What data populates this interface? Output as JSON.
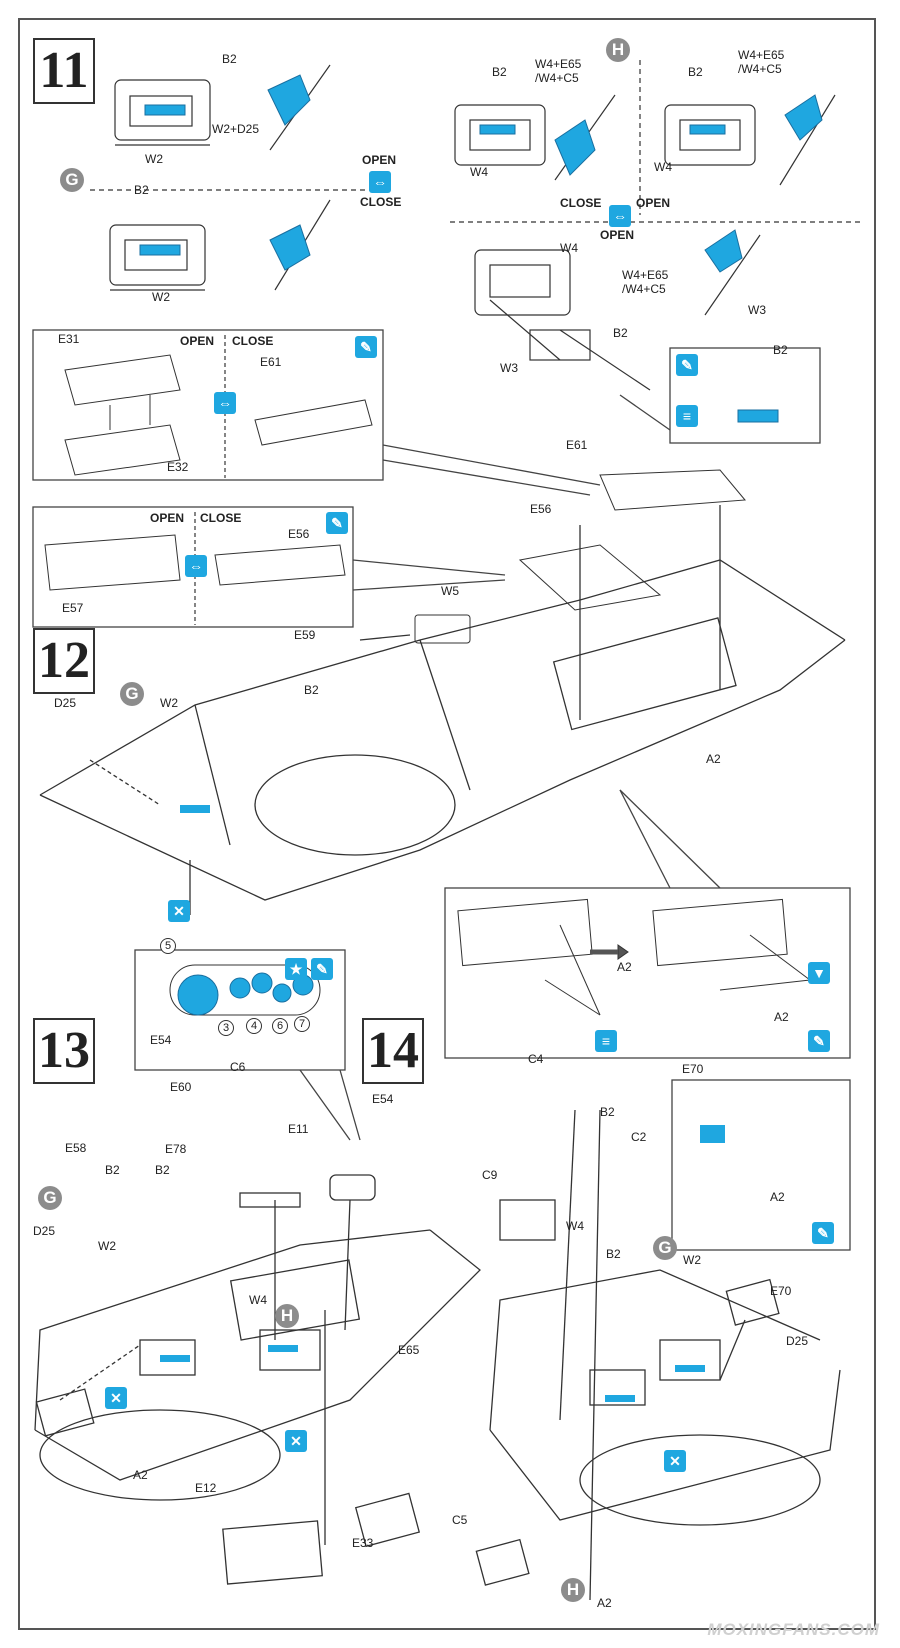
{
  "steps": [
    "11",
    "12",
    "13",
    "14"
  ],
  "markers": {
    "G": "G",
    "H": "H"
  },
  "labels": {
    "b2": "B2",
    "w2": "W2",
    "w2_d25": "W2+D25",
    "w4": "W4",
    "w4_e65_c5": "W4+E65\n/W4+C5",
    "w3": "W3",
    "e31": "E31",
    "e32": "E32",
    "e61": "E61",
    "e56": "E56",
    "e57": "E57",
    "w5": "W5",
    "e59": "E59",
    "d25": "D25",
    "a2": "A2",
    "e54": "E54",
    "c6": "C6",
    "e60": "E60",
    "e78": "E78",
    "e11": "E11",
    "e58": "E58",
    "e65": "E65",
    "e12": "E12",
    "e33": "E33",
    "c4": "C4",
    "c2": "C2",
    "c9": "C9",
    "c5": "C5",
    "e70": "E70"
  },
  "open_close": {
    "open": "OPEN",
    "close": "CLOSE"
  },
  "dial_numbers": [
    "5",
    "3",
    "4",
    "6",
    "7"
  ],
  "watermark": "MOXINGFANS.COM",
  "colors": {
    "accent": "#1fa7e0",
    "marker": "#8c8c8c",
    "line": "#333333"
  },
  "icons": [
    "paint-icon",
    "decal-icon",
    "star-icon",
    "glue-icon",
    "open-close-icon"
  ]
}
